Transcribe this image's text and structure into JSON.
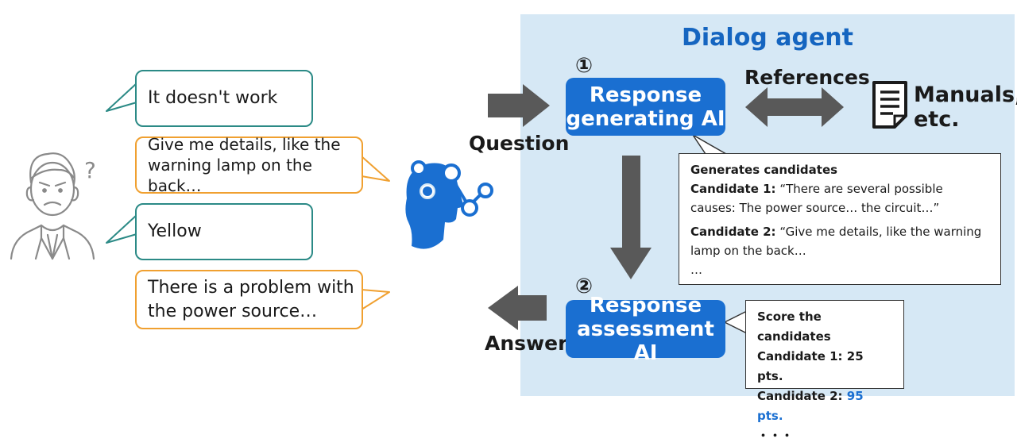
{
  "agent": {
    "title": "Dialog agent"
  },
  "bubbles": [
    {
      "text": "It doesn't work"
    },
    {
      "text": "Give me details, like the warning lamp on the back…"
    },
    {
      "text": "Yellow"
    },
    {
      "text": "There is a problem with the power source…"
    }
  ],
  "labels": {
    "question": "Question",
    "answer": "Answer",
    "references": "References",
    "manuals": "Manuals, etc."
  },
  "steps": {
    "one": "①",
    "two": "②"
  },
  "ai": {
    "generating": "Response generating AI",
    "assessment": "Response assessment AI"
  },
  "generate_callout": {
    "heading": "Generates candidates",
    "c1_label": "Candidate 1:",
    "c1_text": "“There are several possible causes: The power source… the circuit…”",
    "c2_label": "Candidate 2:",
    "c2_text": "“Give me details, like the warning lamp on the back…",
    "ellipsis": "…"
  },
  "score_callout": {
    "heading": "Score the candidates",
    "c1": "Candidate 1: 25 pts.",
    "c2_label": "Candidate 2:",
    "c2_score": "95 pts.",
    "dots": "・・・"
  },
  "colors": {
    "accent_blue": "#1a6fd1",
    "panel": "#d6e8f5",
    "teal_border": "#2b8a86",
    "orange_border": "#f0a030",
    "arrow_gray": "#595959"
  },
  "icons": [
    "confused-user-icon",
    "ai-head-icon",
    "document-icon"
  ]
}
